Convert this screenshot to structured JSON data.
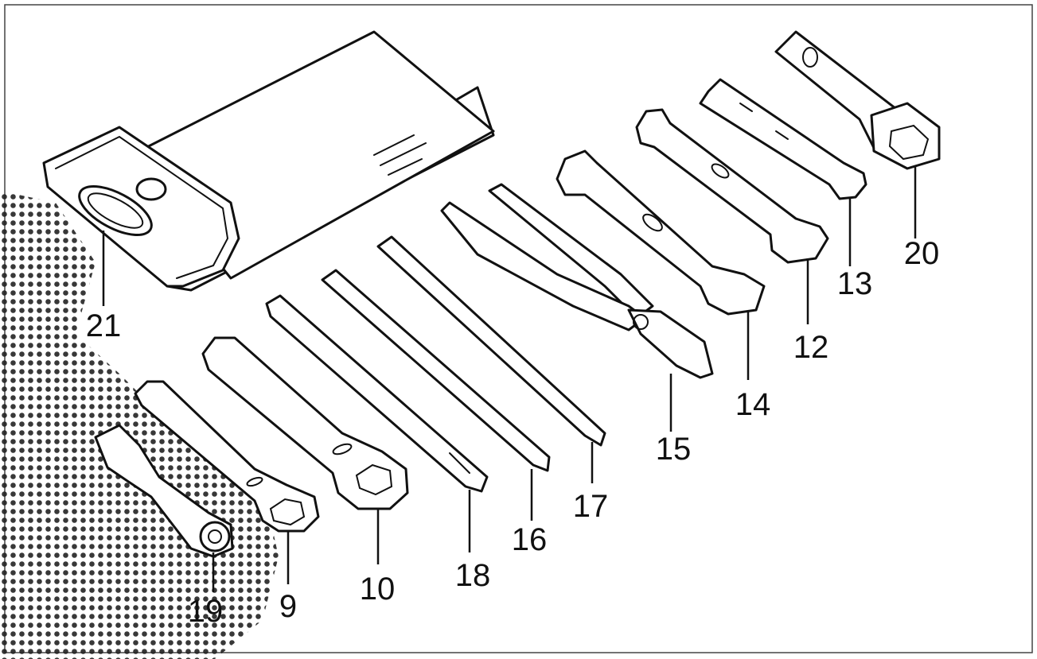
{
  "diagram": {
    "parts": [
      {
        "id": "p21",
        "label": "21",
        "name": "tool-bag"
      },
      {
        "id": "p20",
        "label": "20",
        "name": "plug-wrench"
      },
      {
        "id": "p13",
        "label": "13",
        "name": "open-end-wrench-small"
      },
      {
        "id": "p12",
        "label": "12",
        "name": "open-end-wrench-medium"
      },
      {
        "id": "p14",
        "label": "14",
        "name": "open-end-wrench-large"
      },
      {
        "id": "p15",
        "label": "15",
        "name": "pliers"
      },
      {
        "id": "p17",
        "label": "17",
        "name": "screwdriver-phillips"
      },
      {
        "id": "p16",
        "label": "16",
        "name": "screwdriver-grip"
      },
      {
        "id": "p18",
        "label": "18",
        "name": "screwdriver-flat"
      },
      {
        "id": "p10",
        "label": "10",
        "name": "box-wrench-large"
      },
      {
        "id": "p9",
        "label": "9",
        "name": "box-wrench-small"
      },
      {
        "id": "p19",
        "label": "19",
        "name": "socket-wrench"
      }
    ]
  }
}
